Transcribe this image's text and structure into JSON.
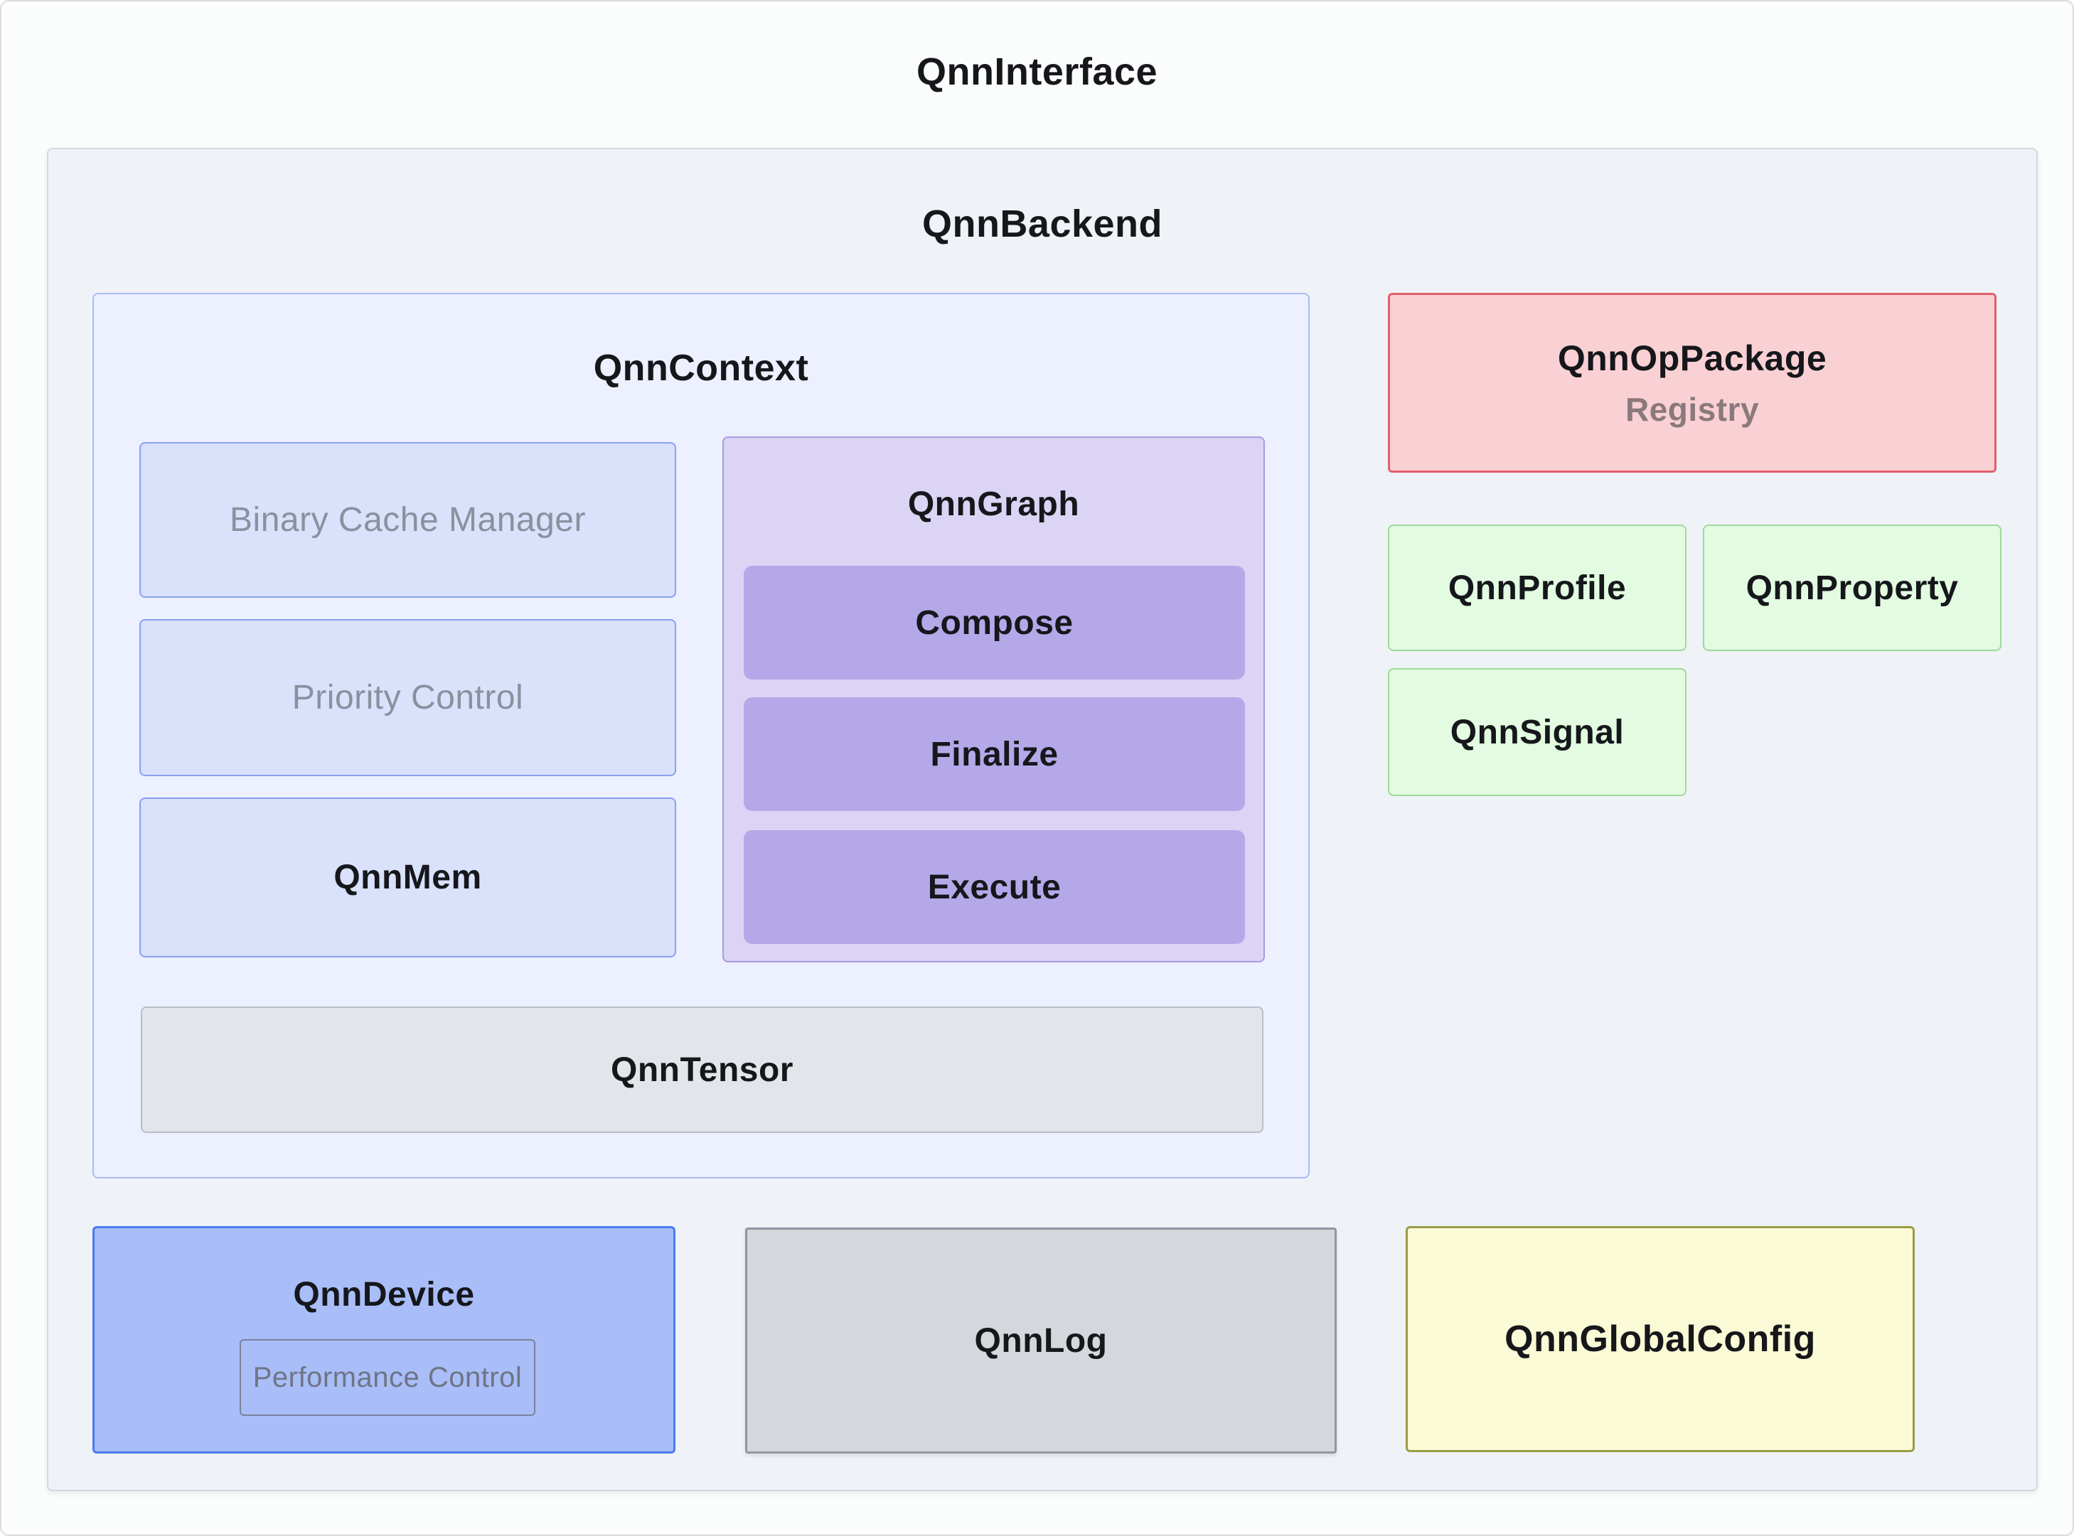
{
  "diagram": {
    "title": "QnnInterface",
    "backend": {
      "title": "QnnBackend",
      "context": {
        "title": "QnnContext",
        "left_items": [
          {
            "label": "Binary Cache Manager",
            "muted": true
          },
          {
            "label": "Priority Control",
            "muted": true
          },
          {
            "label": "QnnMem",
            "muted": false
          }
        ],
        "graph": {
          "title": "QnnGraph",
          "ops": [
            "Compose",
            "Finalize",
            "Execute"
          ]
        },
        "tensor_label": "QnnTensor"
      },
      "op_package": {
        "title": "QnnOpPackage",
        "subtitle": "Registry"
      },
      "utilities": [
        "QnnProfile",
        "QnnProperty",
        "QnnSignal"
      ],
      "device": {
        "title": "QnnDevice",
        "inner_label": "Performance Control"
      },
      "log_label": "QnnLog",
      "global_config_label": "QnnGlobalConfig"
    }
  },
  "colors": {
    "page_background": "#FBFCFC",
    "page_border": "#D9DBDE",
    "backend_fill": "#EFF2F7",
    "backend_border": "#D4D8DE",
    "context_fill": "#EDF0FE",
    "context_border": "#A9BCF5",
    "context_item_fill": "#D9E1FB",
    "context_item_border": "#87A1F1",
    "graph_fill": "#DCD4F4",
    "graph_border": "#A79BDD",
    "graph_op_fill": "#B5A8E9",
    "tensor_fill": "#E2E5E9",
    "tensor_border": "#B9BEC6",
    "op_package_fill": "#F9D0D4",
    "op_package_border": "#E25F6C",
    "utility_fill": "#E2FBE1",
    "utility_border": "#9EDA9B",
    "device_fill": "#A9BDF8",
    "device_border": "#4A7BF0",
    "log_fill": "#D4D7DC",
    "log_border": "#9096A2",
    "global_config_fill": "#FBFAD6",
    "global_config_border": "#9A9B44",
    "text_primary": "#15171B",
    "text_muted": "#8B909E",
    "registry_text": "#8A797D"
  }
}
